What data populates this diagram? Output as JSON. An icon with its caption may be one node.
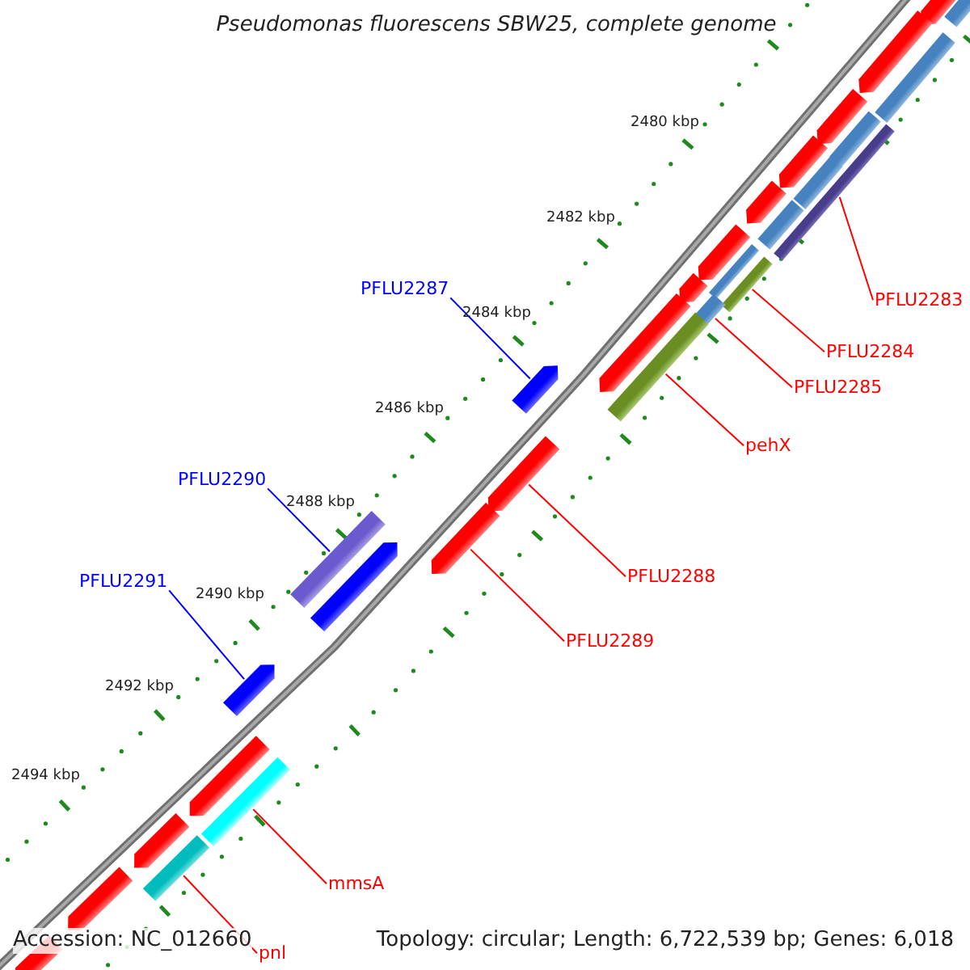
{
  "diagram": {
    "title": "Pseudomonas fluorescens SBW25, complete genome",
    "nodes": [
      {
        "text": [],
        "shape": "arrow"
      },
      {
        "text": [],
        "shape": "bar"
      },
      {
        "text": [],
        "shape": "arrow"
      },
      {
        "text": [],
        "shape": "bar"
      },
      {
        "text": [],
        "shape": "arrow"
      },
      {
        "text": [],
        "shape": "bar"
      },
      {
        "text": [],
        "shape": "arrow"
      },
      {
        "text": [],
        "shape": "bar"
      },
      {
        "text": [],
        "shape": "arrow"
      },
      {
        "text": [],
        "shape": "bar"
      },
      {
        "text": [],
        "shape": "bar"
      },
      {
        "text": [
          "PFLU2283"
        ]
      },
      {
        "text": [],
        "shape": "arrow"
      },
      {
        "text": [],
        "shape": "bar"
      },
      {
        "text": [],
        "shape": "bar"
      },
      {
        "text": [
          "PFLU2284"
        ]
      },
      {
        "text": [],
        "shape": "arrow"
      },
      {
        "text": [],
        "shape": "bar"
      },
      {
        "text": [
          "PFLU2285"
        ]
      },
      {
        "text": [],
        "shape": "arrow"
      },
      {
        "text": [],
        "shape": "bar"
      },
      {
        "text": [
          "pehX"
        ]
      },
      {
        "text": [
          "PFLU2287"
        ]
      },
      {
        "text": [],
        "shape": "arrow"
      },
      {
        "text": [],
        "shape": "arrow"
      },
      {
        "text": [
          "PFLU2290"
        ]
      },
      {
        "text": [
          "PFLU2288"
        ]
      },
      {
        "text": [],
        "shape": "bar"
      },
      {
        "text": [],
        "shape": "arrow"
      },
      {
        "text": [],
        "shape": "arrow"
      },
      {
        "text": [
          "PFLU2291"
        ]
      },
      {
        "text": [],
        "shape": "arrow"
      },
      {
        "text": [
          "PFLU2289"
        ]
      },
      {
        "text": [],
        "shape": "arrow"
      },
      {
        "text": [],
        "shape": "bar"
      },
      {
        "text": [
          "mmsA"
        ]
      },
      {
        "text": [],
        "shape": "arrow"
      },
      {
        "text": [],
        "shape": "bar"
      },
      {
        "text": [],
        "shape": "arrow"
      },
      {
        "text": [
          "pnl"
        ]
      },
      {
        "text": [],
        "shape": "arrow"
      }
    ],
    "edges": [
      {
        "from": 11,
        "to": 10,
        "arrow": "none",
        "color": "#ff0000"
      },
      {
        "from": 15,
        "to": 14,
        "arrow": "none",
        "color": "#ff0000"
      },
      {
        "from": 18,
        "to": 17,
        "arrow": "none",
        "color": "#ff0000"
      },
      {
        "from": 21,
        "to": 20,
        "arrow": "none",
        "color": "#ff0000"
      },
      {
        "from": 22,
        "to": 23,
        "arrow": "none",
        "color": "#0000ff"
      },
      {
        "from": 25,
        "to": 27,
        "arrow": "none",
        "color": "#0000ff"
      },
      {
        "from": 26,
        "to": 24,
        "arrow": "none",
        "color": "#ff0000"
      },
      {
        "from": 30,
        "to": 31,
        "arrow": "none",
        "color": "#0000ff"
      },
      {
        "from": 32,
        "to": 28,
        "arrow": "none",
        "color": "#ff0000"
      },
      {
        "from": 35,
        "to": 34,
        "arrow": "none",
        "color": "#ff0000"
      },
      {
        "from": 39,
        "to": 37,
        "arrow": "none",
        "color": "#ff0000"
      }
    ],
    "labels": [
      "2480 kbp",
      "2482 kbp",
      "2484 kbp",
      "2486 kbp",
      "2488 kbp",
      "2490 kbp",
      "2492 kbp",
      "2494 kbp",
      "Accession: NC_012660",
      "Topology: circular; Length: 6,722,539 bp; Genes: 6,018"
    ]
  }
}
